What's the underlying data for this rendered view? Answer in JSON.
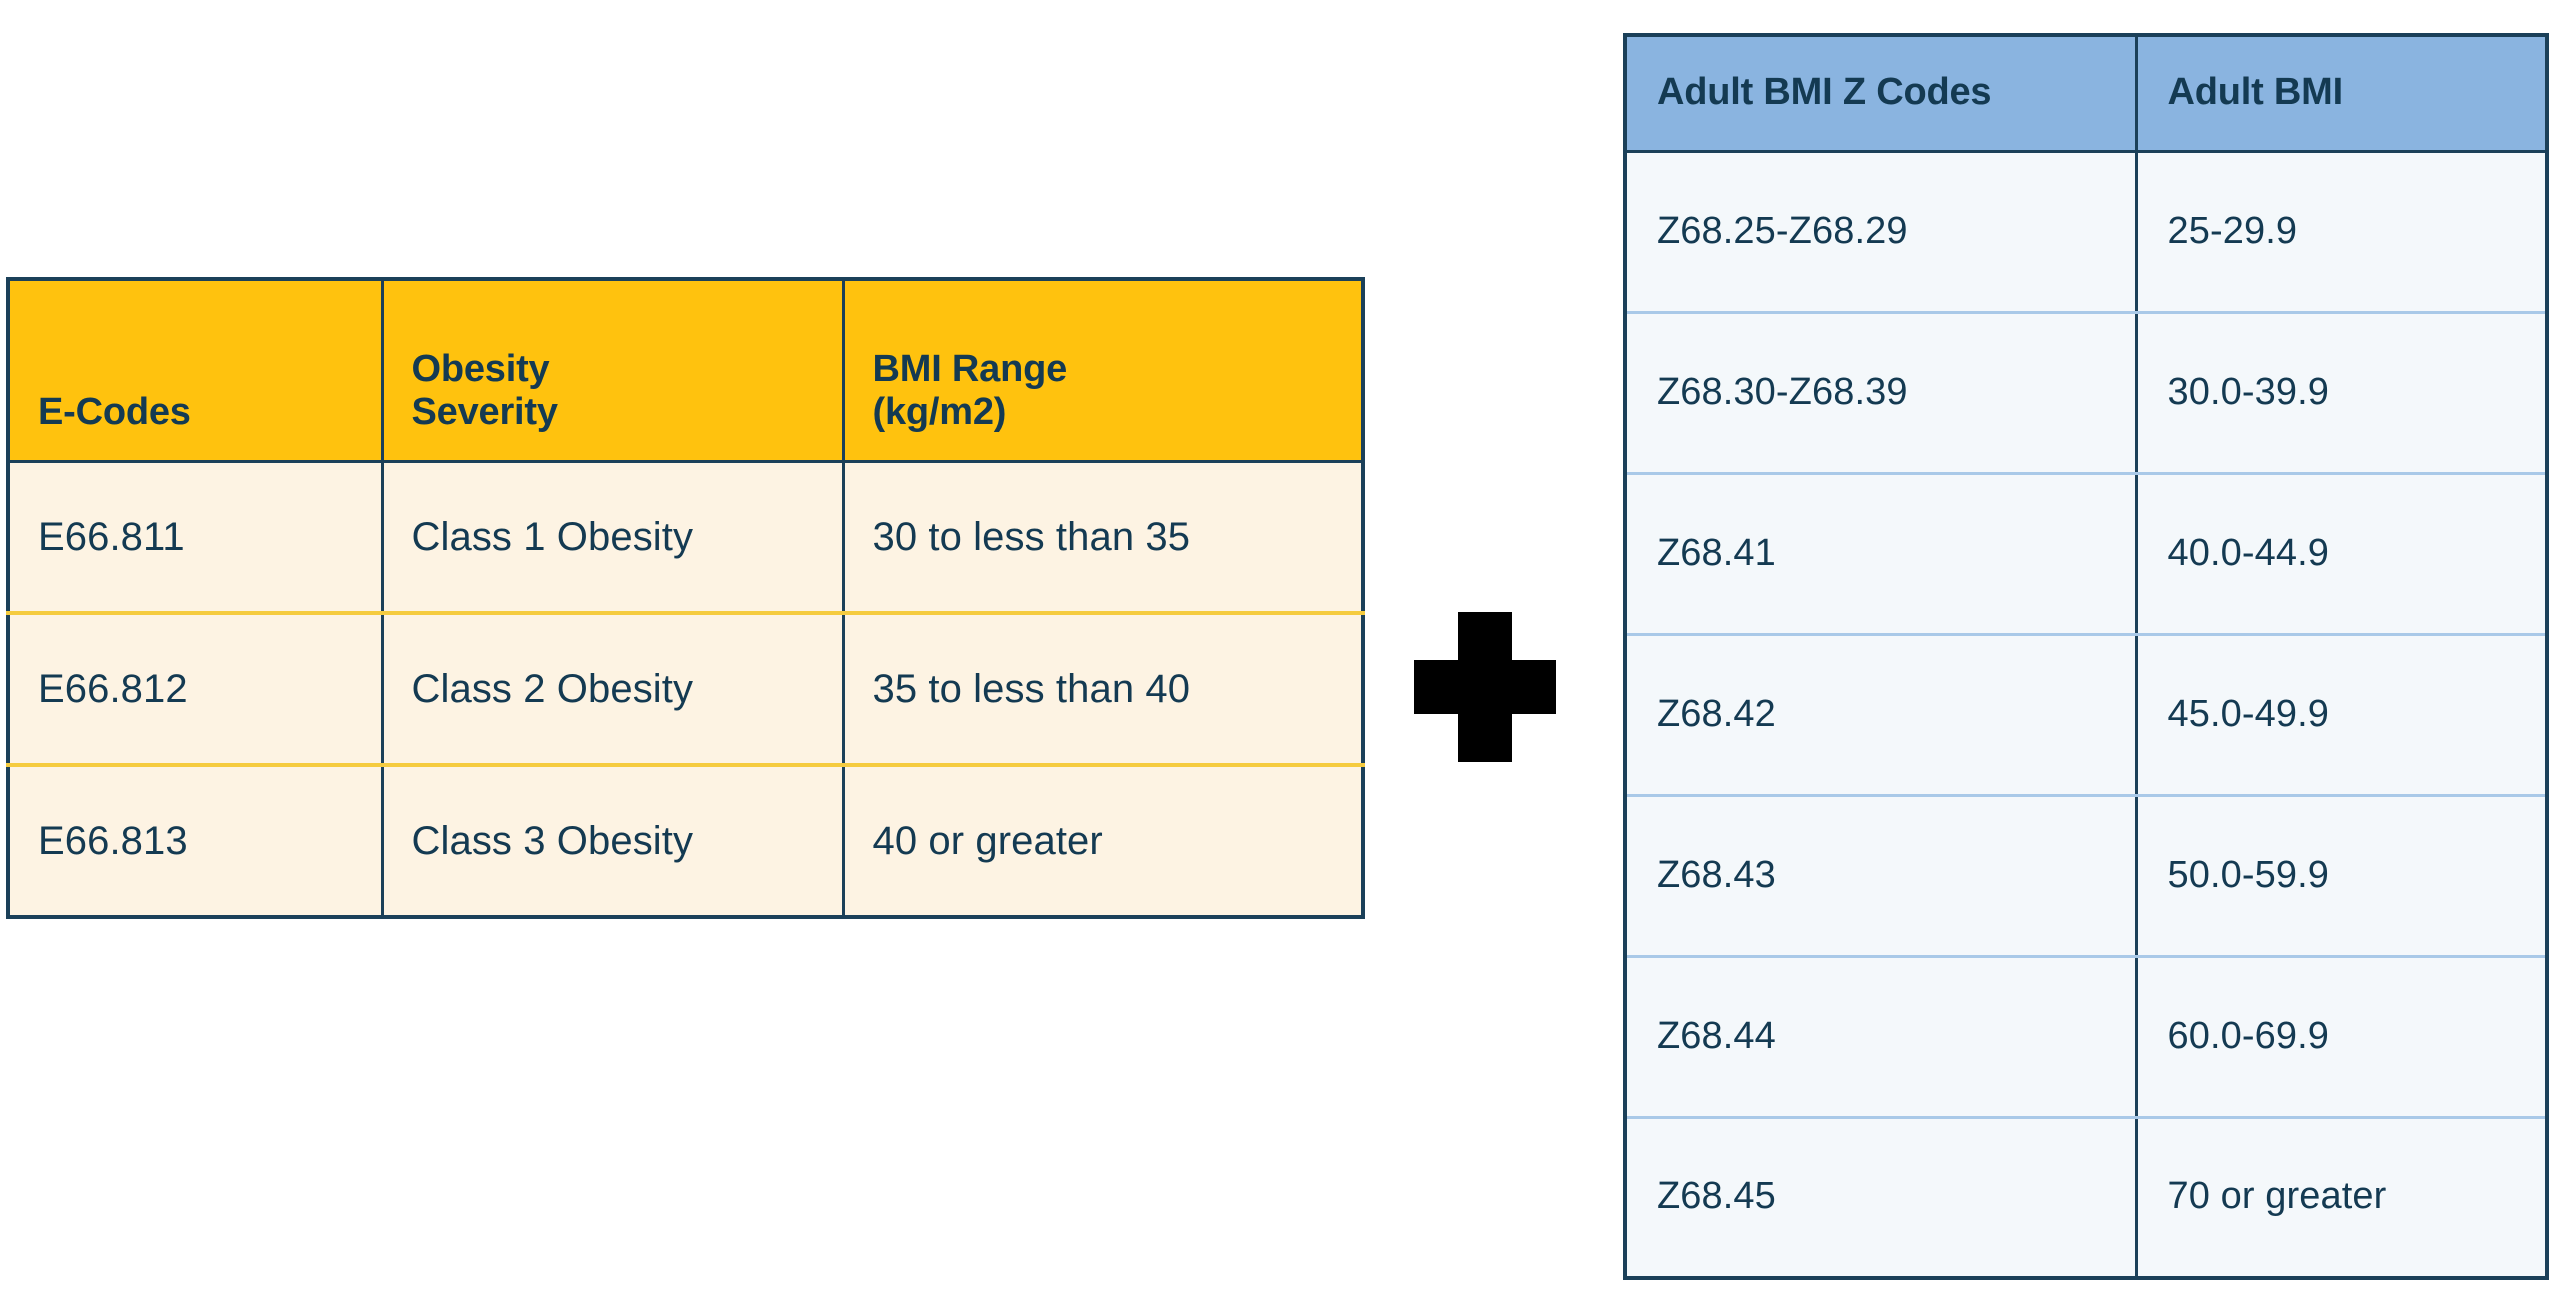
{
  "ecode_table": {
    "title": "E-Codes / Obesity Severity / BMI Range",
    "header_colors": {
      "fill": "#ffc20e",
      "text": "#143a52",
      "body_fill": "#fdf3e3",
      "row_divider": "#f5cb3f",
      "border": "#1b4059"
    },
    "columns": [
      {
        "label": "E-Codes",
        "ghost_label": ""
      },
      {
        "label_line1": "Obesity",
        "label_line2": "Severity"
      },
      {
        "label_line1": "BMI Range",
        "label_line2": "(kg/m2)"
      }
    ],
    "rows": [
      {
        "code": "E66.811",
        "severity": "Class 1 Obesity",
        "range": "30 to less than 35"
      },
      {
        "code": "E66.812",
        "severity": "Class 2 Obesity",
        "range": "35 to less than 40"
      },
      {
        "code": "E66.813",
        "severity": "Class 3 Obesity",
        "range": "40 or greater"
      }
    ]
  },
  "operator": {
    "symbol_name": "plus-sign",
    "glyph": "+",
    "color": "#000000"
  },
  "zcode_table": {
    "title": "Adult BMI Z Codes / Adult BMI",
    "header_colors": {
      "fill": "#8ab4e0",
      "text": "#143a52",
      "body_fill": "#f4f8fb",
      "row_divider": "#a9c9e8",
      "border": "#1b4059"
    },
    "columns": [
      {
        "label": "Adult BMI Z Codes"
      },
      {
        "label": "Adult BMI"
      }
    ],
    "rows": [
      {
        "code": "Z68.25-Z68.29",
        "bmi": "25-29.9"
      },
      {
        "code": "Z68.30-Z68.39",
        "bmi": "30.0-39.9"
      },
      {
        "code": "Z68.41",
        "bmi": "40.0-44.9"
      },
      {
        "code": "Z68.42",
        "bmi": "45.0-49.9"
      },
      {
        "code": "Z68.43",
        "bmi": "50.0-59.9"
      },
      {
        "code": "Z68.44",
        "bmi": "60.0-69.9"
      },
      {
        "code": "Z68.45",
        "bmi": "70 or greater"
      }
    ]
  }
}
